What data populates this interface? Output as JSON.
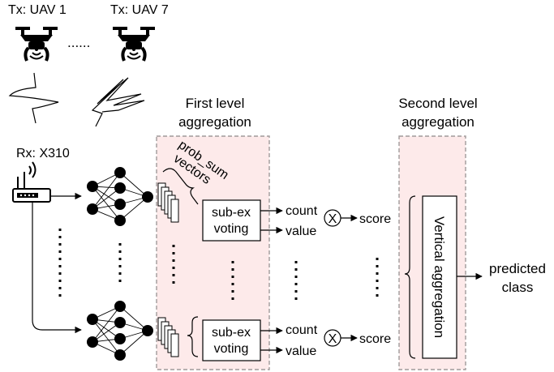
{
  "transmitters": {
    "first": "Tx: UAV 1",
    "last": "Tx: UAV 7",
    "icon": "drone-icon"
  },
  "receiver": {
    "label": "Rx: X310",
    "icon": "router-icon"
  },
  "first_level": {
    "title_line1": "First level",
    "title_line2": "aggregation",
    "prob_sum_line1": "prob_sum",
    "prob_sum_line2": "vectors",
    "voting_line1": "sub-ex",
    "voting_line2": "voting"
  },
  "second_level": {
    "title_line1": "Second level",
    "title_line2": "aggregation",
    "vertical_label": "Vertical aggregation"
  },
  "outputs": {
    "count": "count",
    "value": "value",
    "multiply": "X",
    "score": "score",
    "predicted_line1": "predicted",
    "predicted_line2": "class"
  },
  "colors": {
    "aggregation_fill": "#fdeaea",
    "aggregation_border": "#a09a9a"
  }
}
